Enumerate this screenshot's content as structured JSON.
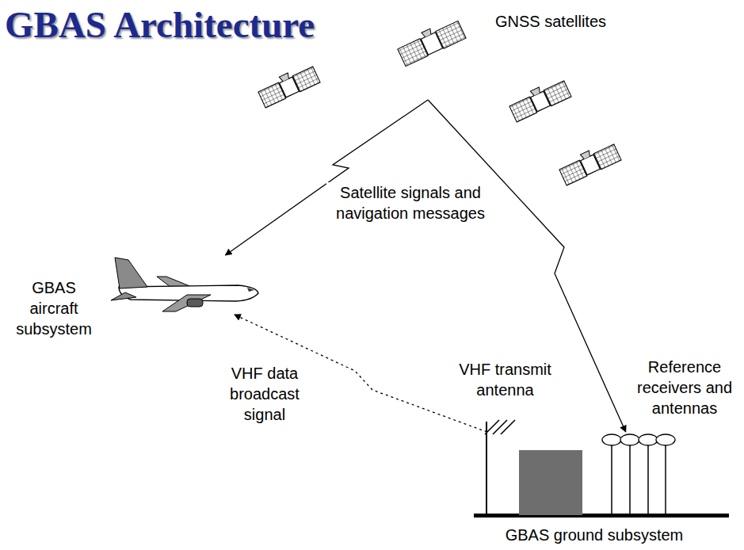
{
  "diagram": {
    "title": "GBAS Architecture",
    "nodes": [
      {
        "text": [
          "GNSS satellites"
        ]
      },
      {
        "text": [
          "GBAS aircraft subsystem"
        ]
      },
      {
        "text": [
          "GBAS ground subsystem"
        ]
      },
      {
        "text": [
          "VHF transmit antenna"
        ],
        "in": 2
      },
      {
        "text": [
          "Reference receivers and antennas"
        ],
        "in": 2
      }
    ],
    "edges": [
      {
        "from": 0,
        "to": 1,
        "arrow": "to",
        "label": "Satellite signals and navigation messages"
      },
      {
        "from": 0,
        "to": 4,
        "arrow": "to"
      },
      {
        "from": 3,
        "to": 1,
        "arrow": "to",
        "label": "VHF data broadcast signal"
      }
    ]
  }
}
